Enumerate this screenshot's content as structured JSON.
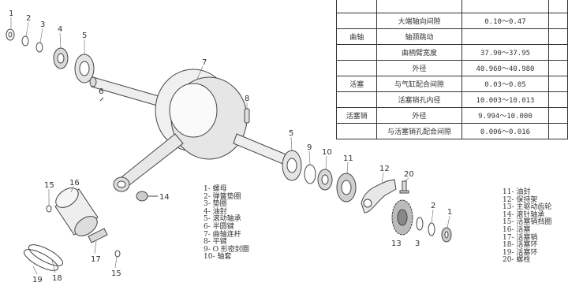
{
  "spec_table": {
    "rows": [
      {
        "category": "",
        "item": "",
        "value": "",
        "extra": ""
      },
      {
        "category": "",
        "item": "大端轴向间隙",
        "value": "0.10～0.47",
        "extra": ""
      },
      {
        "category": "曲轴",
        "item": "轴颈跳动",
        "value": "",
        "extra": ""
      },
      {
        "category": "",
        "item": "曲柄臂宽度",
        "value": "37.90～37.95",
        "extra": ""
      },
      {
        "category": "",
        "item": "外径",
        "value": "40.960～40.980",
        "extra": ""
      },
      {
        "category": "活塞",
        "item": "与气缸配合间隙",
        "value": "0.03～0.05",
        "extra": ""
      },
      {
        "category": "",
        "item": "活塞销孔内径",
        "value": "10.003～10.013",
        "extra": ""
      },
      {
        "category": "活塞销",
        "item": "外径",
        "value": "9.994～10.000",
        "extra": ""
      },
      {
        "category": "",
        "item": "与活塞销孔配合间隙",
        "value": "0.006～0.016",
        "extra": ""
      }
    ]
  },
  "callouts": [
    "1",
    "2",
    "3",
    "4",
    "5",
    "6",
    "7",
    "8",
    "5",
    "9",
    "10",
    "11",
    "12",
    "20",
    "1",
    "2",
    "3",
    "13",
    "14",
    "15",
    "16",
    "17",
    "18",
    "19",
    "15"
  ],
  "legend_left": [
    "1- 螺母",
    "2- 弹簧垫圈",
    "3- 垫圈",
    "4- 油封",
    "5- 滚动轴承",
    "6- 半圆键",
    "7- 曲轴连杆",
    "8- 平键",
    "9- O 形密封圈",
    "10- 轴套"
  ],
  "legend_right": [
    "11- 油封",
    "12- 保持架",
    "13- 主驱动齿轮",
    "14- 滚针轴承",
    "15- 活塞销挡圈",
    "16- 活塞",
    "17- 活塞销",
    "18- 活塞环",
    "19- 活塞环",
    "20- 螺栓"
  ]
}
